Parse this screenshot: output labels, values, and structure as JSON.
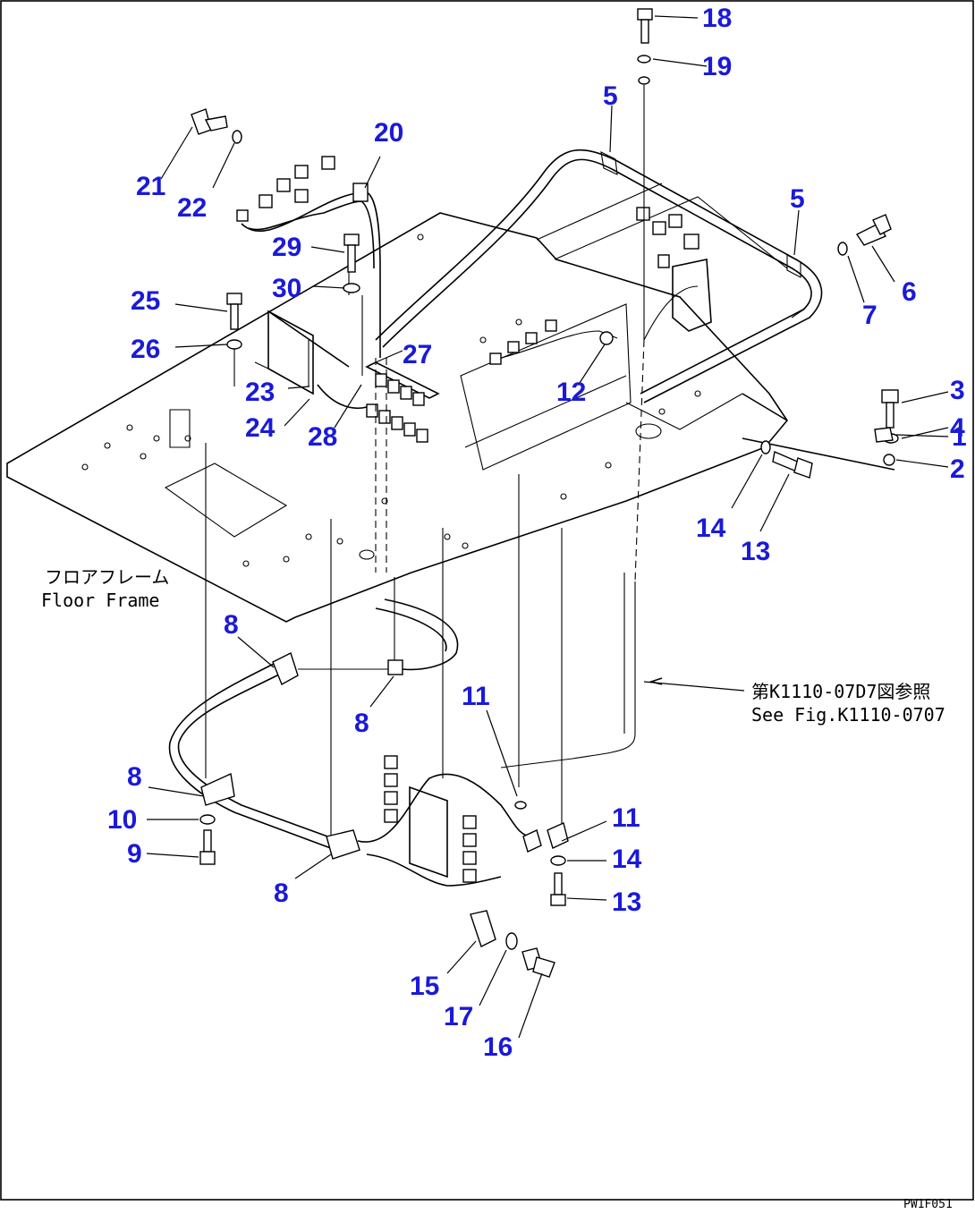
{
  "callouts": {
    "c1": "1",
    "c2": "2",
    "c3": "3",
    "c4": "4",
    "c5a": "5",
    "c5b": "5",
    "c6": "6",
    "c7": "7",
    "c8a": "8",
    "c8b": "8",
    "c8c": "8",
    "c8d": "8",
    "c9": "9",
    "c10": "10",
    "c11a": "11",
    "c11b": "11",
    "c12": "12",
    "c13a": "13",
    "c13b": "13",
    "c14a": "14",
    "c14b": "14",
    "c15": "15",
    "c16": "16",
    "c17": "17",
    "c18": "18",
    "c19": "19",
    "c20": "20",
    "c21": "21",
    "c22": "22",
    "c23": "23",
    "c24": "24",
    "c25": "25",
    "c26": "26",
    "c27": "27",
    "c28": "28",
    "c29": "29",
    "c30": "30"
  },
  "notes": {
    "floor_frame_jp": "フロアフレーム",
    "floor_frame_en": "Floor Frame",
    "see_fig_jp": "第K1110-07D7図参照",
    "see_fig_en": "See Fig.K1110-0707"
  },
  "drawing_ref": "PW1F051"
}
